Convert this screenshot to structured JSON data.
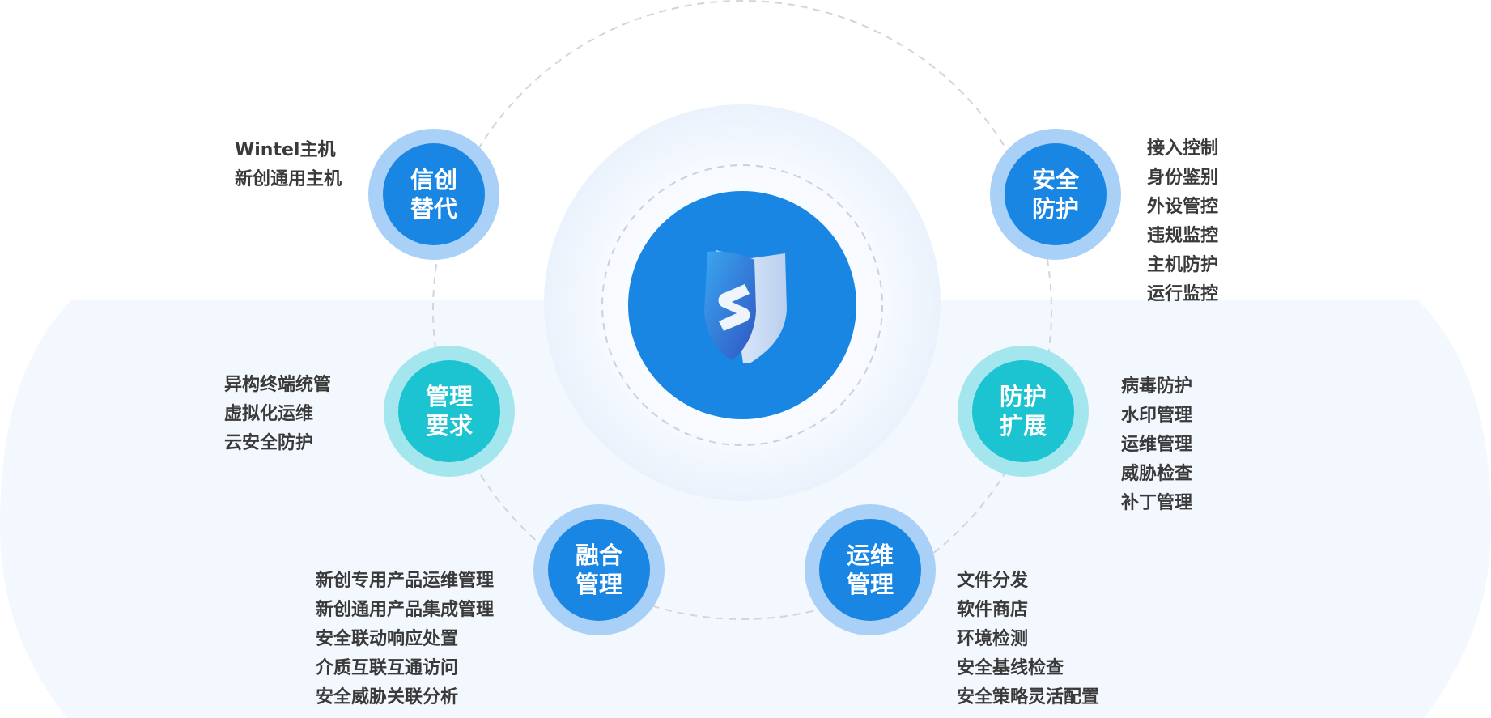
{
  "colors": {
    "hub": "#1a86e4",
    "node_blue": "#1a86e4",
    "node_blue_ring": "#a9d0f7",
    "node_teal": "#1cc3d1",
    "node_teal_ring": "#a4e6ee",
    "background_band": "#f3f8fe",
    "text": "#3a3a3a"
  },
  "hub": {
    "icon": "shield-s-icon"
  },
  "nodes": [
    {
      "id": "xinchuang",
      "line1": "信创",
      "line2": "替代",
      "tone": "blue",
      "items": [
        "Wintel主机",
        "新创通用主机"
      ]
    },
    {
      "id": "security",
      "line1": "安全",
      "line2": "防护",
      "tone": "blue",
      "items": [
        "接入控制",
        "身份鉴别",
        "外设管控",
        "违规监控",
        "主机防护",
        "运行监控"
      ]
    },
    {
      "id": "management",
      "line1": "管理",
      "line2": "要求",
      "tone": "teal",
      "items": [
        "异构终端统管",
        "虚拟化运维",
        "云安全防护"
      ]
    },
    {
      "id": "extension",
      "line1": "防护",
      "line2": "扩展",
      "tone": "teal",
      "items": [
        "病毒防护",
        "水印管理",
        "运维管理",
        "威胁检查",
        "补丁管理"
      ]
    },
    {
      "id": "fusion",
      "line1": "融合",
      "line2": "管理",
      "tone": "blue",
      "items": [
        "新创专用产品运维管理",
        "新创通用产品集成管理",
        "安全联动响应处置",
        "介质互联互通访问",
        "安全威胁关联分析"
      ]
    },
    {
      "id": "operations",
      "line1": "运维",
      "line2": "管理",
      "tone": "blue",
      "items": [
        "文件分发",
        "软件商店",
        "环境检测",
        "安全基线检查",
        "安全策略灵活配置"
      ]
    }
  ]
}
